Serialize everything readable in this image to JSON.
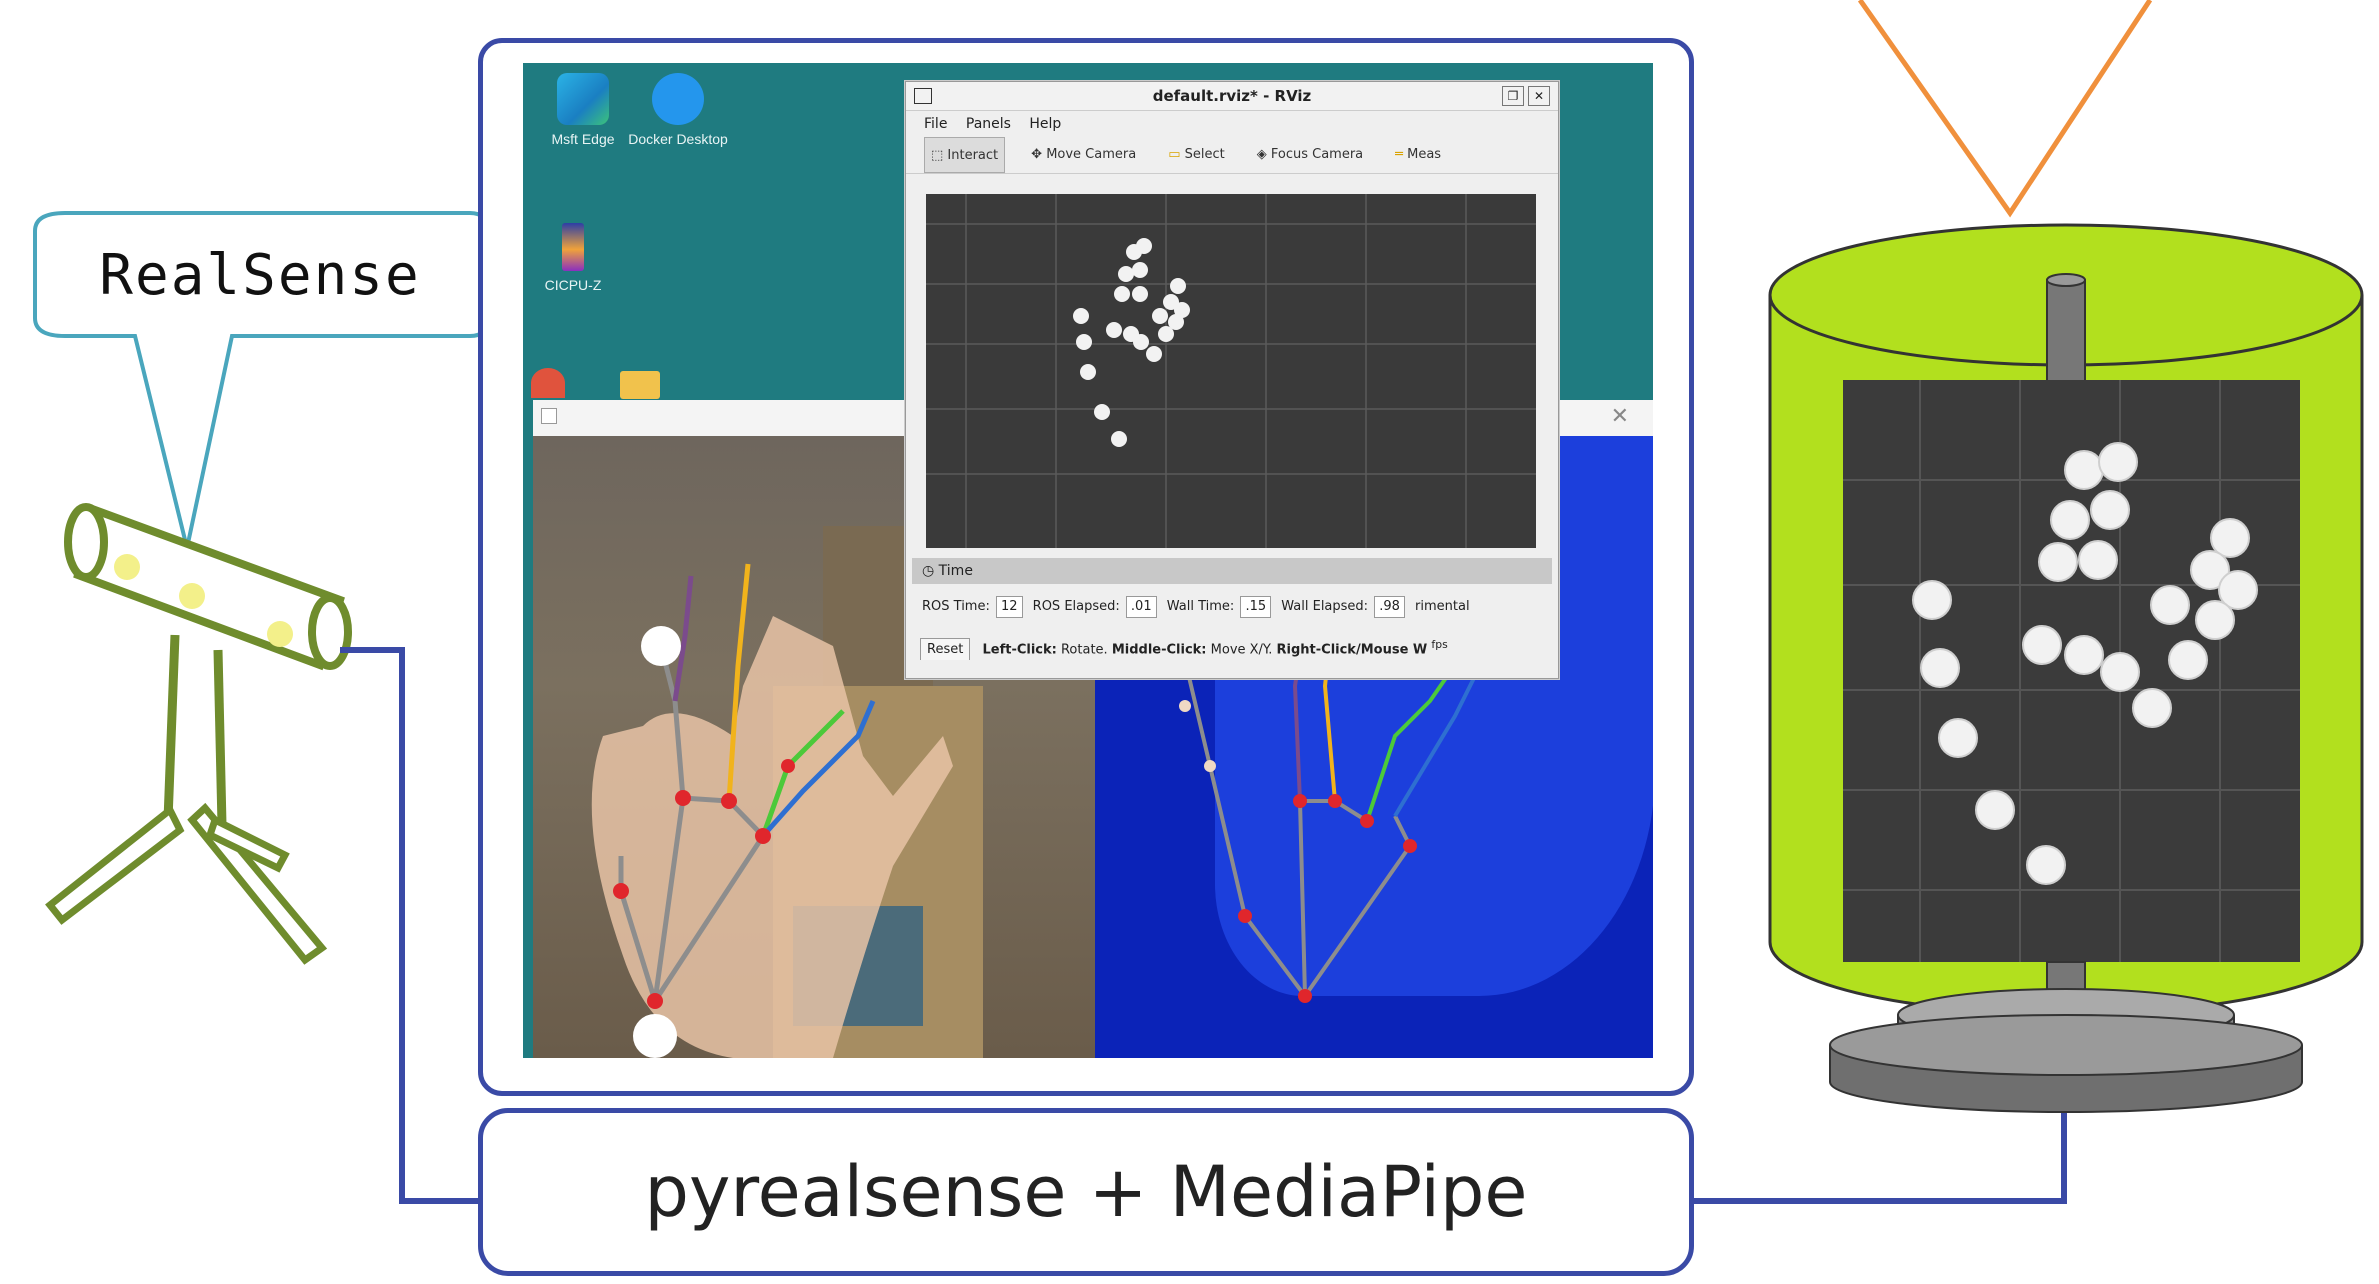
{
  "callout": {
    "label": "RealSense"
  },
  "pipeline_label": "pyrealsense + MediaPipe",
  "desktop": {
    "icons": [
      {
        "label": "Msft Edge"
      },
      {
        "label": "Docker Desktop"
      },
      {
        "label": "CICPU-Z"
      }
    ]
  },
  "rviz": {
    "title": "default.rviz* - RViz",
    "menu": [
      "File",
      "Panels",
      "Help"
    ],
    "tools": [
      "Interact",
      "Move Camera",
      "Select",
      "Focus Camera",
      "Meas"
    ],
    "time_header": "Time",
    "ros_time_label": "ROS Time:",
    "ros_time_value": "12",
    "ros_elapsed_label": "ROS Elapsed:",
    "ros_elapsed_value": ".01",
    "wall_time_label": "Wall Time:",
    "wall_time_value": ".15",
    "wall_elapsed_label": "Wall Elapsed:",
    "wall_elapsed_value": ".98",
    "experimental_label": "rimental",
    "reset_label": "Reset",
    "status_left": "Left-Click:",
    "status_left_action": "Rotate.",
    "status_middle": "Middle-Click:",
    "status_middle_action": "Move X/Y.",
    "status_right": "Right-Click/Mouse W",
    "fps_label": "fps"
  },
  "colors": {
    "frame_blue": "#3a4aa6",
    "connector_blue": "#3a4aa6",
    "callout_teal": "#4aa6bd",
    "camera_green": "#6f8c2d",
    "display_lime": "#b2e01e",
    "funnel_orange": "#f0903c",
    "hand_bone_gray": "#8d8d8d",
    "joint_red": "#e0262c"
  }
}
